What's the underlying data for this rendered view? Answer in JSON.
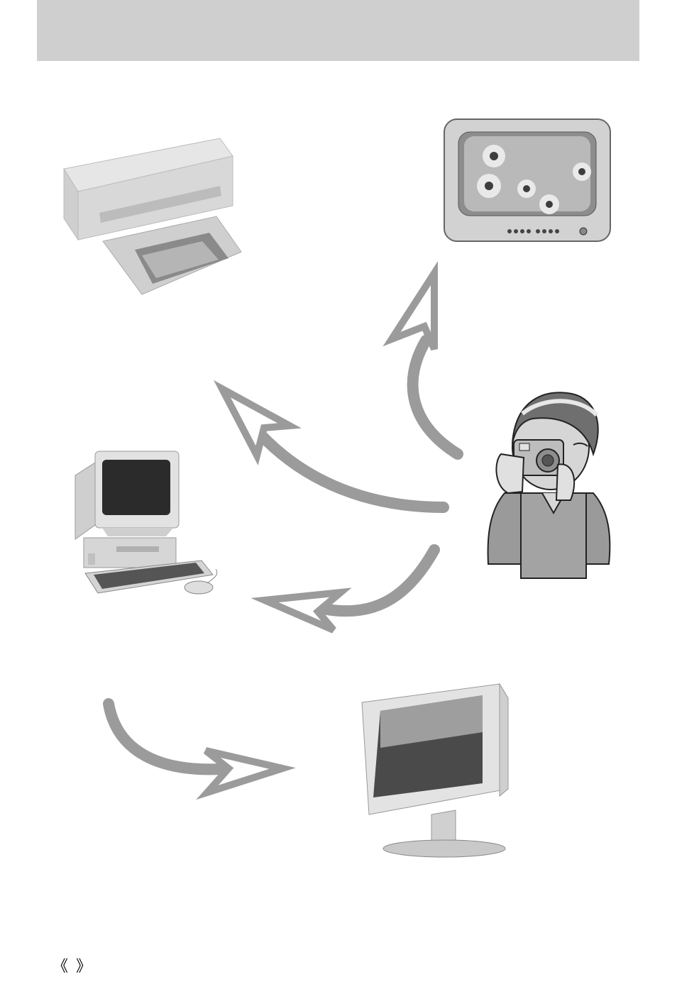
{
  "header": {
    "title": ""
  },
  "colors": {
    "header_band": "#cfcfcf",
    "arrow": "#9b9b9b",
    "device_light": "#e3e3e3",
    "device_mid": "#bdbdbd",
    "device_dark": "#2b2b2b"
  },
  "illustrations": [
    {
      "name": "printer-illustration"
    },
    {
      "name": "television-illustration"
    },
    {
      "name": "camera-user-illustration"
    },
    {
      "name": "desktop-computer-illustration"
    },
    {
      "name": "lcd-monitor-illustration"
    }
  ],
  "footer": {
    "page_marker": "《 》"
  }
}
